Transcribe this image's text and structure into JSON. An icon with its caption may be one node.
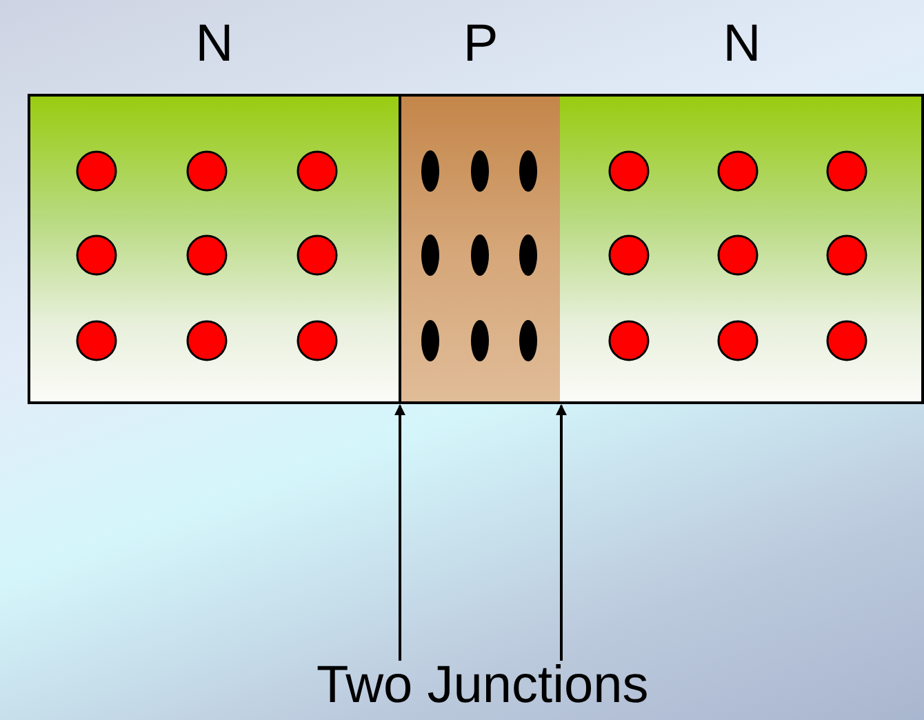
{
  "diagram": {
    "nodes": [
      {
        "text": [
          "N"
        ]
      },
      {
        "text": [
          "P"
        ]
      },
      {
        "text": [
          "N"
        ]
      },
      {
        "text": [
          "Two Junctions"
        ]
      }
    ],
    "edges": [
      {
        "from": 3,
        "to": 1,
        "arrow": "to"
      },
      {
        "from": 3,
        "to": 1,
        "arrow": "to"
      }
    ]
  }
}
